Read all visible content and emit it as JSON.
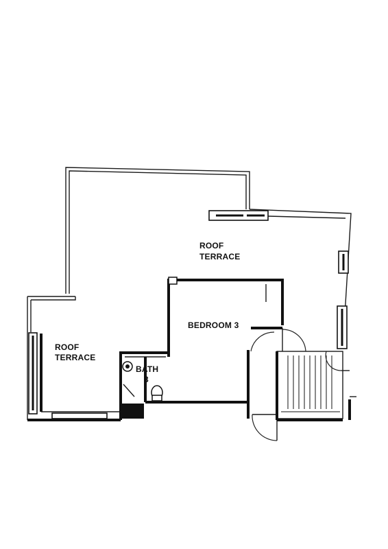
{
  "rooms": {
    "roof_terrace_upper": {
      "line1": "ROOF",
      "line2": "TERRACE"
    },
    "roof_terrace_left": {
      "line1": "ROOF",
      "line2": "TERRACE"
    },
    "bedroom": {
      "label": "BEDROOM 3"
    },
    "bath": {
      "line1": "BATH",
      "line2": "3"
    }
  },
  "colors": {
    "walls": "#111111",
    "background": "#ffffff"
  }
}
